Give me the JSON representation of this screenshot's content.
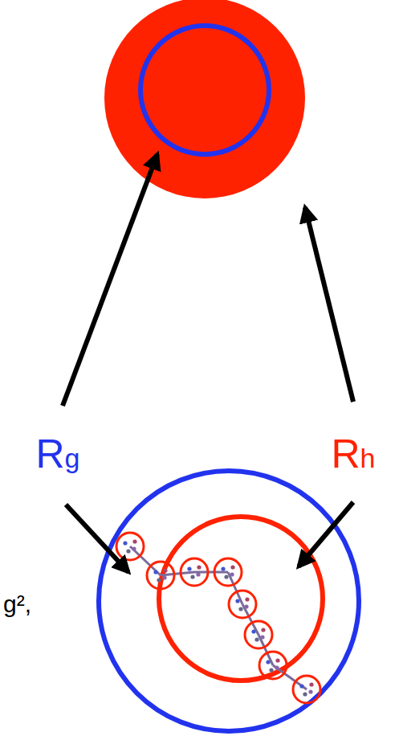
{
  "diagram": {
    "labels": [
      "Rg",
      "Rh",
      "g²,"
    ]
  }
}
